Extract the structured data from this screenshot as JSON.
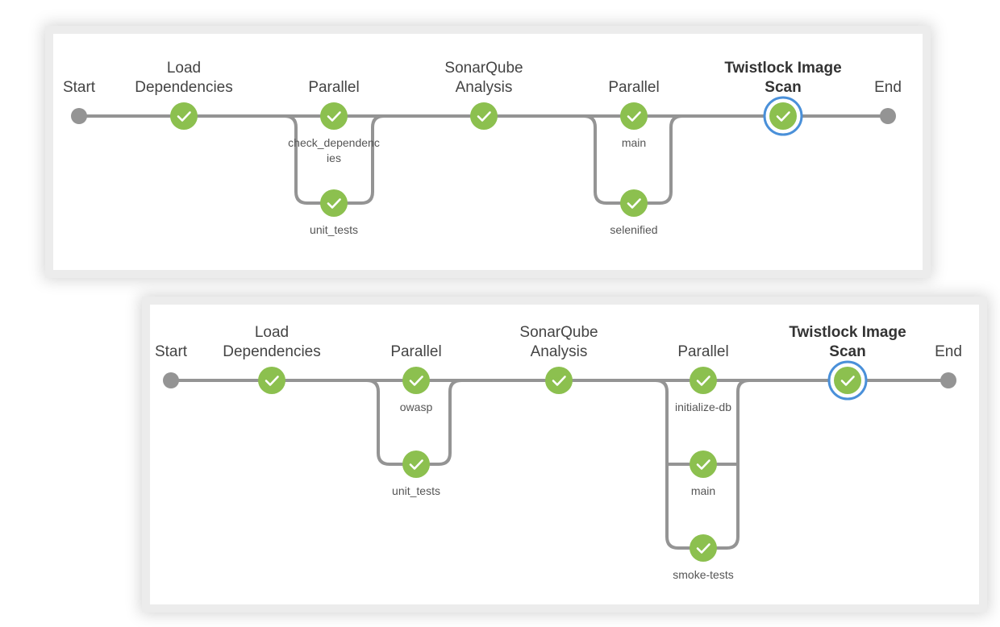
{
  "pipelines": [
    {
      "start_label": "Start",
      "end_label": "End",
      "stages": [
        {
          "label_lines": [
            "Load",
            "Dependencies"
          ],
          "status": "success"
        },
        {
          "label_lines": [
            "Parallel"
          ],
          "status": "success",
          "branches": [
            {
              "label_lines": [
                "check_dependenc",
                "ies"
              ],
              "status": "success"
            },
            {
              "label_lines": [
                "unit_tests"
              ],
              "status": "success"
            }
          ]
        },
        {
          "label_lines": [
            "SonarQube",
            "Analysis"
          ],
          "status": "success"
        },
        {
          "label_lines": [
            "Parallel"
          ],
          "status": "success",
          "branches": [
            {
              "label_lines": [
                "main"
              ],
              "status": "success"
            },
            {
              "label_lines": [
                "selenified"
              ],
              "status": "success"
            }
          ]
        },
        {
          "label_lines": [
            "Twistlock Image",
            "Scan"
          ],
          "status": "success",
          "selected": true
        }
      ]
    },
    {
      "start_label": "Start",
      "end_label": "End",
      "stages": [
        {
          "label_lines": [
            "Load",
            "Dependencies"
          ],
          "status": "success"
        },
        {
          "label_lines": [
            "Parallel"
          ],
          "status": "success",
          "branches": [
            {
              "label_lines": [
                "owasp"
              ],
              "status": "success"
            },
            {
              "label_lines": [
                "unit_tests"
              ],
              "status": "success"
            }
          ]
        },
        {
          "label_lines": [
            "SonarQube",
            "Analysis"
          ],
          "status": "success"
        },
        {
          "label_lines": [
            "Parallel"
          ],
          "status": "success",
          "branches": [
            {
              "label_lines": [
                "initialize-db"
              ],
              "status": "success"
            },
            {
              "label_lines": [
                "main"
              ],
              "status": "success"
            },
            {
              "label_lines": [
                "smoke-tests"
              ],
              "status": "success"
            }
          ]
        },
        {
          "label_lines": [
            "Twistlock Image",
            "Scan"
          ],
          "status": "success",
          "selected": true
        }
      ]
    }
  ],
  "colors": {
    "success": "#8cc04f",
    "selected_ring": "#4a90d9",
    "line": "#949494",
    "terminal": "#949494"
  },
  "icons": {
    "success": "check-icon",
    "terminal": "terminal-node-icon"
  }
}
